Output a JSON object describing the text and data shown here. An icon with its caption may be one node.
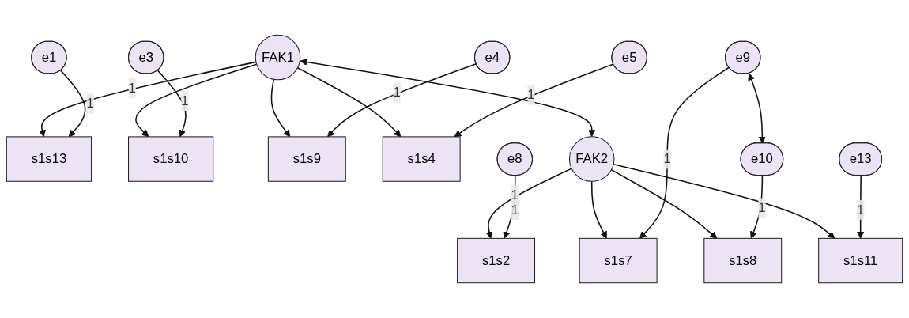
{
  "diagram": {
    "nodes": [
      {
        "text": [
          "FAK1"
        ]
      },
      {
        "text": [
          "FAK2"
        ]
      },
      {
        "text": [
          "s1s13"
        ]
      },
      {
        "text": [
          "s1s10"
        ]
      },
      {
        "text": [
          "s1s9"
        ]
      },
      {
        "text": [
          "s1s4"
        ]
      },
      {
        "text": [
          "s1s2"
        ]
      },
      {
        "text": [
          "s1s7"
        ]
      },
      {
        "text": [
          "s1s8"
        ]
      },
      {
        "text": [
          "s1s11"
        ]
      },
      {
        "text": [
          "e1"
        ]
      },
      {
        "text": [
          "e3"
        ]
      },
      {
        "text": [
          "e4"
        ]
      },
      {
        "text": [
          "e5"
        ]
      },
      {
        "text": [
          "e8"
        ]
      },
      {
        "text": [
          "e9"
        ]
      },
      {
        "text": [
          "e10"
        ]
      },
      {
        "text": [
          "e13"
        ]
      }
    ],
    "edges": [
      {
        "from": 0,
        "to": 1,
        "arrow": "both"
      },
      {
        "from": 0,
        "to": 2,
        "arrow": "to",
        "label": "1"
      },
      {
        "from": 0,
        "to": 3,
        "arrow": "to"
      },
      {
        "from": 0,
        "to": 4,
        "arrow": "to"
      },
      {
        "from": 0,
        "to": 5,
        "arrow": "to"
      },
      {
        "from": 1,
        "to": 6,
        "arrow": "to",
        "label": "1"
      },
      {
        "from": 1,
        "to": 7,
        "arrow": "to"
      },
      {
        "from": 1,
        "to": 8,
        "arrow": "to"
      },
      {
        "from": 1,
        "to": 9,
        "arrow": "to"
      },
      {
        "from": 10,
        "to": 2,
        "arrow": "to",
        "label": "1"
      },
      {
        "from": 11,
        "to": 3,
        "arrow": "to",
        "label": "1"
      },
      {
        "from": 12,
        "to": 4,
        "arrow": "to",
        "label": "1"
      },
      {
        "from": 13,
        "to": 5,
        "arrow": "to",
        "label": "1"
      },
      {
        "from": 14,
        "to": 6,
        "arrow": "to",
        "label": "1"
      },
      {
        "from": 15,
        "to": 7,
        "arrow": "to",
        "label": "1"
      },
      {
        "from": 16,
        "to": 8,
        "arrow": "to",
        "label": "1"
      },
      {
        "from": 17,
        "to": 9,
        "arrow": "to",
        "label": "1"
      },
      {
        "from": 15,
        "to": 16,
        "arrow": "both"
      }
    ]
  }
}
